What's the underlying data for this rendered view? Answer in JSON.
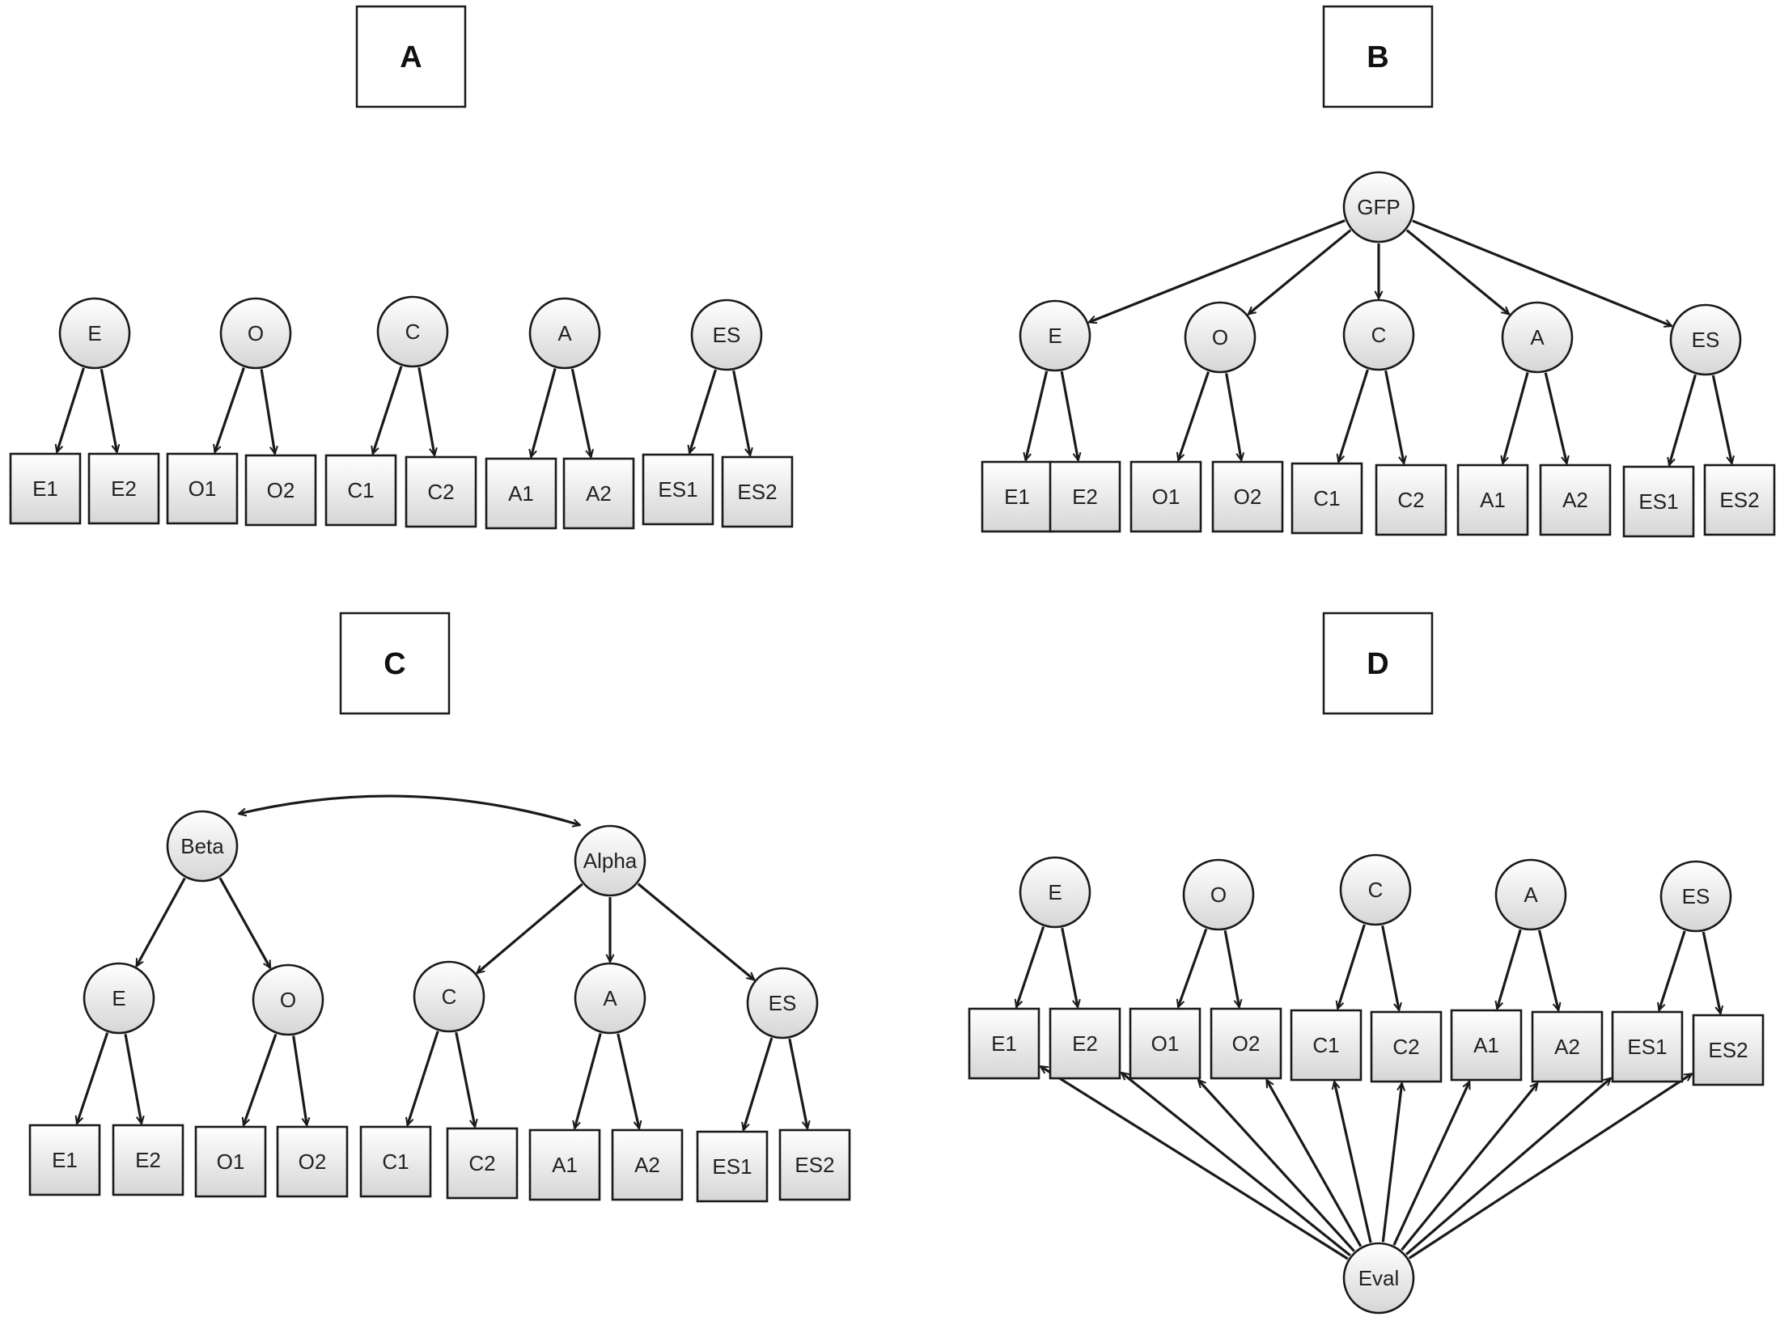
{
  "panels": [
    {
      "id": "A",
      "label": "A",
      "nodes": [
        {
          "id": "E",
          "label": "E",
          "kind": "latent"
        },
        {
          "id": "O",
          "label": "O",
          "kind": "latent"
        },
        {
          "id": "C",
          "label": "C",
          "kind": "latent"
        },
        {
          "id": "A",
          "label": "A",
          "kind": "latent"
        },
        {
          "id": "ES",
          "label": "ES",
          "kind": "latent"
        },
        {
          "id": "E1",
          "label": "E1",
          "kind": "observed"
        },
        {
          "id": "E2",
          "label": "E2",
          "kind": "observed"
        },
        {
          "id": "O1",
          "label": "O1",
          "kind": "observed"
        },
        {
          "id": "O2",
          "label": "O2",
          "kind": "observed"
        },
        {
          "id": "C1",
          "label": "C1",
          "kind": "observed"
        },
        {
          "id": "C2",
          "label": "C2",
          "kind": "observed"
        },
        {
          "id": "A1",
          "label": "A1",
          "kind": "observed"
        },
        {
          "id": "A2",
          "label": "A2",
          "kind": "observed"
        },
        {
          "id": "ES1",
          "label": "ES1",
          "kind": "observed"
        },
        {
          "id": "ES2",
          "label": "ES2",
          "kind": "observed"
        }
      ],
      "edges": [
        [
          "E",
          "E1"
        ],
        [
          "E",
          "E2"
        ],
        [
          "O",
          "O1"
        ],
        [
          "O",
          "O2"
        ],
        [
          "C",
          "C1"
        ],
        [
          "C",
          "C2"
        ],
        [
          "A",
          "A1"
        ],
        [
          "A",
          "A2"
        ],
        [
          "ES",
          "ES1"
        ],
        [
          "ES",
          "ES2"
        ]
      ]
    },
    {
      "id": "B",
      "label": "B",
      "nodes": [
        {
          "id": "GFP",
          "label": "GFP",
          "kind": "latent"
        },
        {
          "id": "E",
          "label": "E",
          "kind": "latent"
        },
        {
          "id": "O",
          "label": "O",
          "kind": "latent"
        },
        {
          "id": "C",
          "label": "C",
          "kind": "latent"
        },
        {
          "id": "A",
          "label": "A",
          "kind": "latent"
        },
        {
          "id": "ES",
          "label": "ES",
          "kind": "latent"
        },
        {
          "id": "E1",
          "label": "E1",
          "kind": "observed"
        },
        {
          "id": "E2",
          "label": "E2",
          "kind": "observed"
        },
        {
          "id": "O1",
          "label": "O1",
          "kind": "observed"
        },
        {
          "id": "O2",
          "label": "O2",
          "kind": "observed"
        },
        {
          "id": "C1",
          "label": "C1",
          "kind": "observed"
        },
        {
          "id": "C2",
          "label": "C2",
          "kind": "observed"
        },
        {
          "id": "A1",
          "label": "A1",
          "kind": "observed"
        },
        {
          "id": "A2",
          "label": "A2",
          "kind": "observed"
        },
        {
          "id": "ES1",
          "label": "ES1",
          "kind": "observed"
        },
        {
          "id": "ES2",
          "label": "ES2",
          "kind": "observed"
        }
      ],
      "edges": [
        [
          "GFP",
          "E"
        ],
        [
          "GFP",
          "O"
        ],
        [
          "GFP",
          "C"
        ],
        [
          "GFP",
          "A"
        ],
        [
          "GFP",
          "ES"
        ],
        [
          "E",
          "E1"
        ],
        [
          "E",
          "E2"
        ],
        [
          "O",
          "O1"
        ],
        [
          "O",
          "O2"
        ],
        [
          "C",
          "C1"
        ],
        [
          "C",
          "C2"
        ],
        [
          "A",
          "A1"
        ],
        [
          "A",
          "A2"
        ],
        [
          "ES",
          "ES1"
        ],
        [
          "ES",
          "ES2"
        ]
      ]
    },
    {
      "id": "C",
      "label": "C",
      "nodes": [
        {
          "id": "Beta",
          "label": "Beta",
          "kind": "latent"
        },
        {
          "id": "Alpha",
          "label": "Alpha",
          "kind": "latent"
        },
        {
          "id": "E",
          "label": "E",
          "kind": "latent"
        },
        {
          "id": "O",
          "label": "O",
          "kind": "latent"
        },
        {
          "id": "C",
          "label": "C",
          "kind": "latent"
        },
        {
          "id": "A",
          "label": "A",
          "kind": "latent"
        },
        {
          "id": "ES",
          "label": "ES",
          "kind": "latent"
        },
        {
          "id": "E1",
          "label": "E1",
          "kind": "observed"
        },
        {
          "id": "E2",
          "label": "E2",
          "kind": "observed"
        },
        {
          "id": "O1",
          "label": "O1",
          "kind": "observed"
        },
        {
          "id": "O2",
          "label": "O2",
          "kind": "observed"
        },
        {
          "id": "C1",
          "label": "C1",
          "kind": "observed"
        },
        {
          "id": "C2",
          "label": "C2",
          "kind": "observed"
        },
        {
          "id": "A1",
          "label": "A1",
          "kind": "observed"
        },
        {
          "id": "A2",
          "label": "A2",
          "kind": "observed"
        },
        {
          "id": "ES1",
          "label": "ES1",
          "kind": "observed"
        },
        {
          "id": "ES2",
          "label": "ES2",
          "kind": "observed"
        }
      ],
      "edges": [
        [
          "Beta",
          "E"
        ],
        [
          "Beta",
          "O"
        ],
        [
          "Alpha",
          "C"
        ],
        [
          "Alpha",
          "A"
        ],
        [
          "Alpha",
          "ES"
        ],
        [
          "E",
          "E1"
        ],
        [
          "E",
          "E2"
        ],
        [
          "O",
          "O1"
        ],
        [
          "O",
          "O2"
        ],
        [
          "C",
          "C1"
        ],
        [
          "C",
          "C2"
        ],
        [
          "A",
          "A1"
        ],
        [
          "A",
          "A2"
        ],
        [
          "ES",
          "ES1"
        ],
        [
          "ES",
          "ES2"
        ]
      ],
      "covariances": [
        [
          "Beta",
          "Alpha"
        ]
      ]
    },
    {
      "id": "D",
      "label": "D",
      "nodes": [
        {
          "id": "Eval",
          "label": "Eval",
          "kind": "latent"
        },
        {
          "id": "E",
          "label": "E",
          "kind": "latent"
        },
        {
          "id": "O",
          "label": "O",
          "kind": "latent"
        },
        {
          "id": "C",
          "label": "C",
          "kind": "latent"
        },
        {
          "id": "A",
          "label": "A",
          "kind": "latent"
        },
        {
          "id": "ES",
          "label": "ES",
          "kind": "latent"
        },
        {
          "id": "E1",
          "label": "E1",
          "kind": "observed"
        },
        {
          "id": "E2",
          "label": "E2",
          "kind": "observed"
        },
        {
          "id": "O1",
          "label": "O1",
          "kind": "observed"
        },
        {
          "id": "O2",
          "label": "O2",
          "kind": "observed"
        },
        {
          "id": "C1",
          "label": "C1",
          "kind": "observed"
        },
        {
          "id": "C2",
          "label": "C2",
          "kind": "observed"
        },
        {
          "id": "A1",
          "label": "A1",
          "kind": "observed"
        },
        {
          "id": "A2",
          "label": "A2",
          "kind": "observed"
        },
        {
          "id": "ES1",
          "label": "ES1",
          "kind": "observed"
        },
        {
          "id": "ES2",
          "label": "ES2",
          "kind": "observed"
        }
      ],
      "edges": [
        [
          "E",
          "E1"
        ],
        [
          "E",
          "E2"
        ],
        [
          "O",
          "O1"
        ],
        [
          "O",
          "O2"
        ],
        [
          "C",
          "C1"
        ],
        [
          "C",
          "C2"
        ],
        [
          "A",
          "A1"
        ],
        [
          "A",
          "A2"
        ],
        [
          "ES",
          "ES1"
        ],
        [
          "ES",
          "ES2"
        ],
        [
          "Eval",
          "E1"
        ],
        [
          "Eval",
          "E2"
        ],
        [
          "Eval",
          "O1"
        ],
        [
          "Eval",
          "O2"
        ],
        [
          "Eval",
          "C1"
        ],
        [
          "Eval",
          "C2"
        ],
        [
          "Eval",
          "A1"
        ],
        [
          "Eval",
          "A2"
        ],
        [
          "Eval",
          "ES1"
        ],
        [
          "Eval",
          "ES2"
        ]
      ]
    }
  ],
  "colors": {
    "stroke": "#1a1a1a",
    "fill_top": "#ffffff",
    "fill_bottom": "#d6d6d6",
    "text": "#222222"
  }
}
